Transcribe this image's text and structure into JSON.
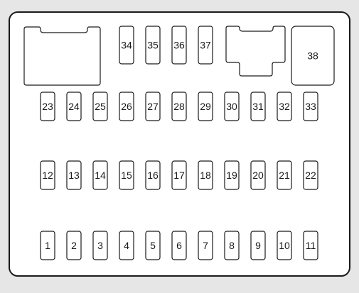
{
  "colors": {
    "background": "#e6e6e6",
    "panel": "#ffffff",
    "stroke": "#1a1a1a"
  },
  "fuse_box": {
    "top_row": [
      "34",
      "35",
      "36",
      "37"
    ],
    "large_fuse": "38",
    "row_a": [
      "23",
      "24",
      "25",
      "26",
      "27",
      "28",
      "29",
      "30",
      "31",
      "32",
      "33"
    ],
    "row_b": [
      "12",
      "13",
      "14",
      "15",
      "16",
      "17",
      "18",
      "19",
      "20",
      "21",
      "22"
    ],
    "row_c": [
      "1",
      "2",
      "3",
      "4",
      "5",
      "6",
      "7",
      "8",
      "9",
      "10",
      "11"
    ]
  }
}
